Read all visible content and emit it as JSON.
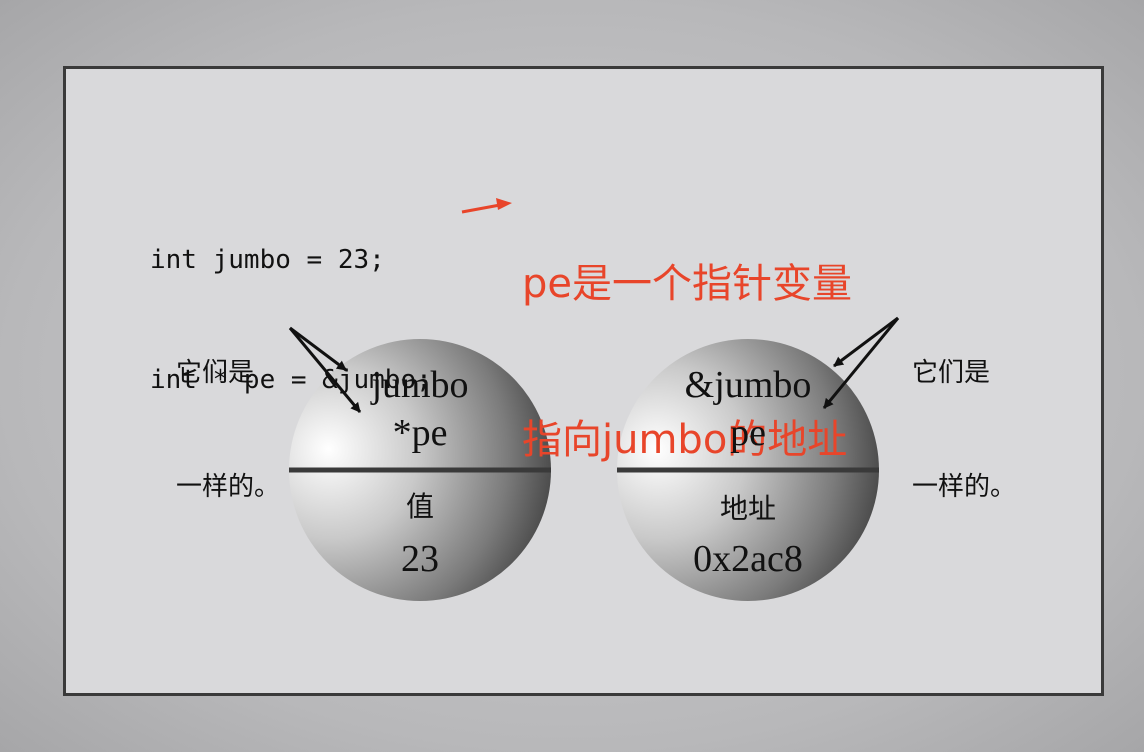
{
  "code": {
    "line1": "int jumbo = 23;",
    "line2": "int * pe = &jumbo;"
  },
  "annotation": {
    "line1": "pe是一个指针变量",
    "line2": "指向jumbo的地址",
    "color": "#e8452a"
  },
  "left_note": {
    "line1": "它们是",
    "line2": "一样的。"
  },
  "right_note": {
    "line1": "它们是",
    "line2": "一样的。"
  },
  "left_sphere": {
    "top_line1": "jumbo",
    "top_line2": "*pe",
    "bottom_label": "值",
    "bottom_value": "23"
  },
  "right_sphere": {
    "top_line1": "&jumbo",
    "top_line2": "pe",
    "bottom_label": "地址",
    "bottom_value": "0x2ac8"
  }
}
